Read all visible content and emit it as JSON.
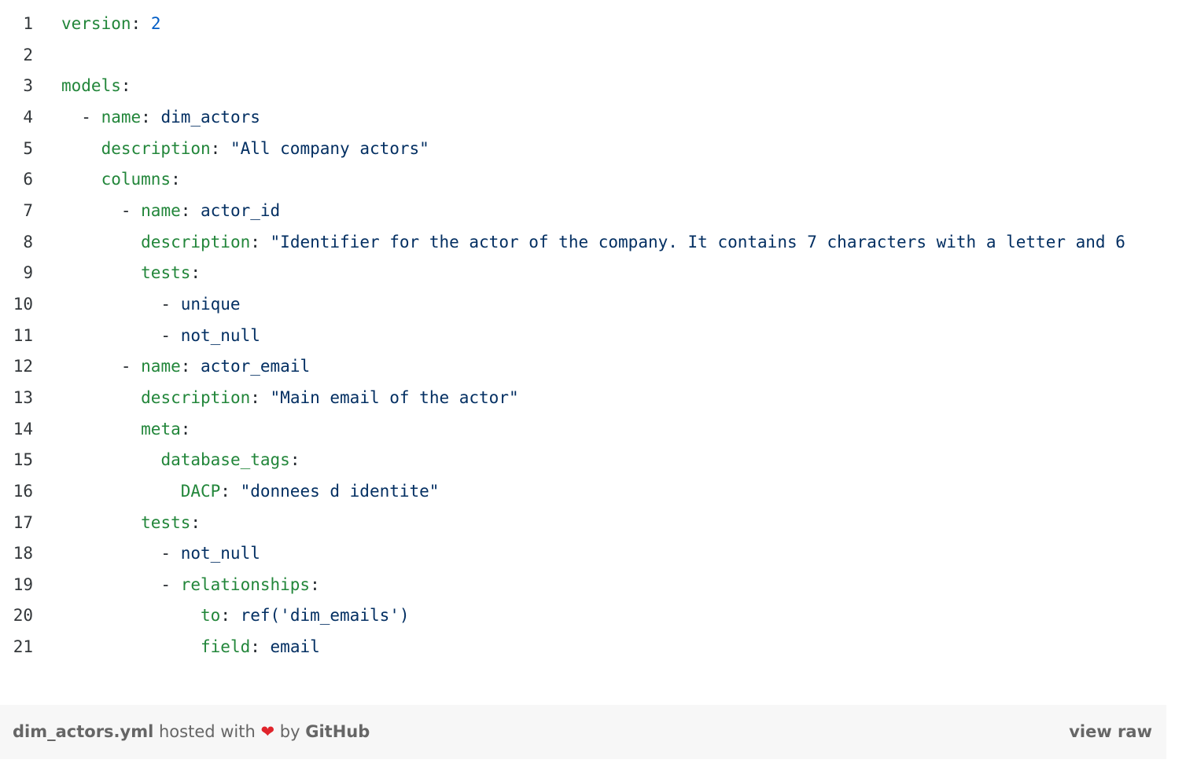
{
  "lines": [
    {
      "num": "1",
      "indent": "",
      "key": "version",
      "sep": ": ",
      "value": "2",
      "vtype": "n"
    },
    {
      "num": "2",
      "indent": "",
      "key": "",
      "sep": "",
      "value": "",
      "vtype": "s"
    },
    {
      "num": "3",
      "indent": "",
      "key": "models",
      "sep": ":",
      "value": "",
      "vtype": "s"
    },
    {
      "num": "4",
      "indent": "  - ",
      "key": "name",
      "sep": ": ",
      "value": "dim_actors",
      "vtype": "s"
    },
    {
      "num": "5",
      "indent": "    ",
      "key": "description",
      "sep": ": ",
      "value": "\"All company actors\"",
      "vtype": "s"
    },
    {
      "num": "6",
      "indent": "    ",
      "key": "columns",
      "sep": ":",
      "value": "",
      "vtype": "s"
    },
    {
      "num": "7",
      "indent": "      - ",
      "key": "name",
      "sep": ": ",
      "value": "actor_id",
      "vtype": "s"
    },
    {
      "num": "8",
      "indent": "        ",
      "key": "description",
      "sep": ": ",
      "value": "\"Identifier for the actor of the company. It contains 7 characters with a letter and 6",
      "vtype": "s"
    },
    {
      "num": "9",
      "indent": "        ",
      "key": "tests",
      "sep": ":",
      "value": "",
      "vtype": "s"
    },
    {
      "num": "10",
      "indent": "          - ",
      "key": "",
      "sep": "",
      "value": "unique",
      "vtype": "s"
    },
    {
      "num": "11",
      "indent": "          - ",
      "key": "",
      "sep": "",
      "value": "not_null",
      "vtype": "s"
    },
    {
      "num": "12",
      "indent": "      - ",
      "key": "name",
      "sep": ": ",
      "value": "actor_email",
      "vtype": "s"
    },
    {
      "num": "13",
      "indent": "        ",
      "key": "description",
      "sep": ": ",
      "value": "\"Main email of the actor\"",
      "vtype": "s"
    },
    {
      "num": "14",
      "indent": "        ",
      "key": "meta",
      "sep": ":",
      "value": "",
      "vtype": "s"
    },
    {
      "num": "15",
      "indent": "          ",
      "key": "database_tags",
      "sep": ":",
      "value": "",
      "vtype": "s"
    },
    {
      "num": "16",
      "indent": "            ",
      "key": "DACP",
      "sep": ": ",
      "value": "\"donnees d identite\"",
      "vtype": "s"
    },
    {
      "num": "17",
      "indent": "        ",
      "key": "tests",
      "sep": ":",
      "value": "",
      "vtype": "s"
    },
    {
      "num": "18",
      "indent": "          - ",
      "key": "",
      "sep": "",
      "value": "not_null",
      "vtype": "s"
    },
    {
      "num": "19",
      "indent": "          - ",
      "key": "relationships",
      "sep": ":",
      "value": "",
      "vtype": "s"
    },
    {
      "num": "20",
      "indent": "              ",
      "key": "to",
      "sep": ": ",
      "value": "ref('dim_emails')",
      "vtype": "s"
    },
    {
      "num": "21",
      "indent": "              ",
      "key": "field",
      "sep": ": ",
      "value": "email",
      "vtype": "s"
    }
  ],
  "footer": {
    "filename": "dim_actors.yml",
    "hosted_with": "hosted with",
    "heart": "❤",
    "by": "by",
    "host": "GitHub",
    "view_raw": "view raw"
  },
  "colors": {
    "key": "#22863a",
    "number": "#005cc5",
    "string": "#032f62",
    "footer_bg": "#f7f7f7",
    "heart": "#e0242b"
  }
}
